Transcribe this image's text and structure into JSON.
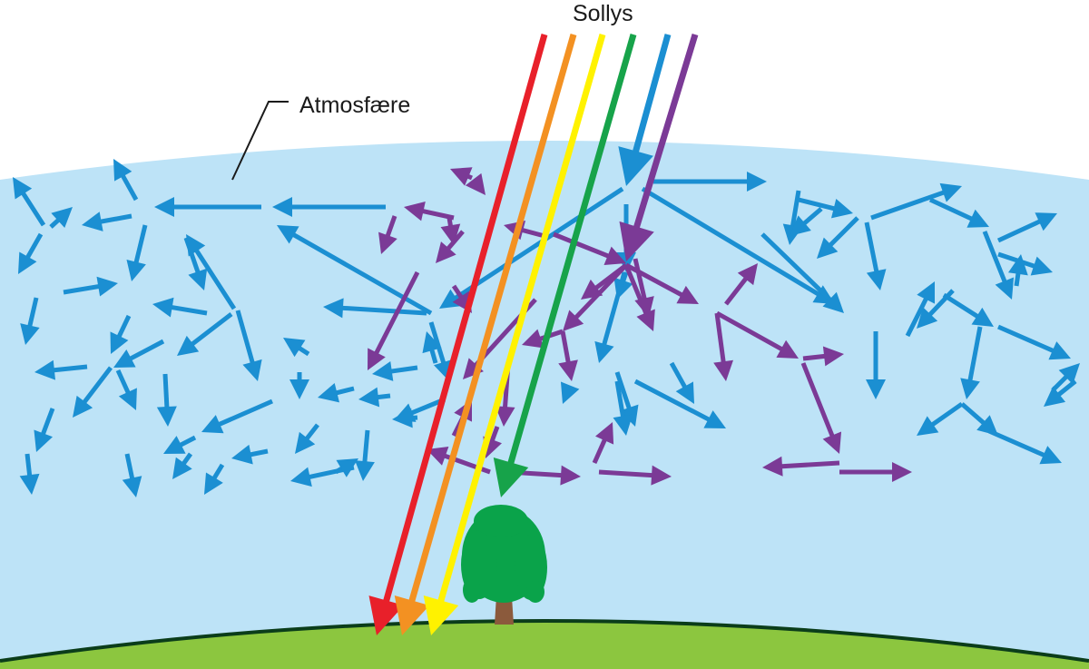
{
  "labels": {
    "sunlight": "Sollys",
    "atmosphere": "Atmosfære"
  },
  "colors": {
    "sky": "#bde3f7",
    "ground": "#8cc63f",
    "ground_edge": "#0b3d1a",
    "scatter_blue": "#1b8fd2",
    "scatter_violet": "#7b3a96",
    "tree_canopy": "#0aa34a",
    "tree_trunk": "#8b5a3c"
  },
  "light_rays": [
    {
      "name": "red",
      "color": "#e8202a"
    },
    {
      "name": "orange",
      "color": "#f39122"
    },
    {
      "name": "yellow",
      "color": "#fff200"
    },
    {
      "name": "green",
      "color": "#17a34a"
    },
    {
      "name": "blue",
      "color": "#1b8fd2"
    },
    {
      "name": "violet",
      "color": "#7b3a96"
    }
  ],
  "icons": {
    "tree": "tree-icon"
  }
}
